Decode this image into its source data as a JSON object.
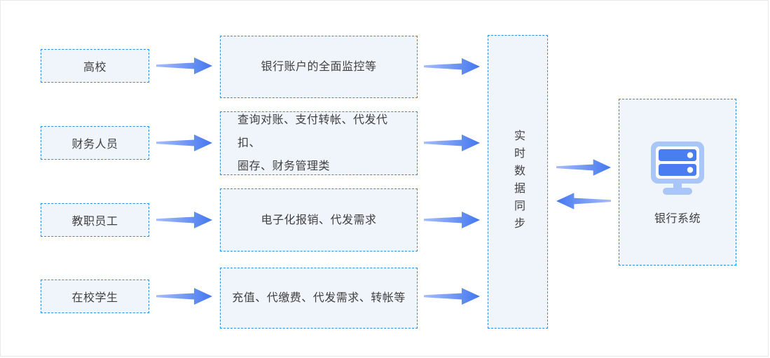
{
  "diagram": {
    "rows": [
      {
        "actor": "高校",
        "service_lines": [
          "银行账户的全面监控等"
        ]
      },
      {
        "actor": "财务人员",
        "service_lines": [
          "查询对账、支付转帐、代发代扣、",
          "圈存、财务管理类"
        ]
      },
      {
        "actor": "教职员工",
        "service_lines": [
          "电子化报销、代发需求"
        ]
      },
      {
        "actor": "在校学生",
        "service_lines": [
          "充值、代缴费、代发需求、转帐等"
        ]
      }
    ],
    "sync_node_label": "实时数据同步",
    "bank_node_label": "银行系统",
    "icons": {
      "bank": "server-icon",
      "flow": "arrow-right-icon"
    },
    "colors": {
      "dashed_border": "#2f8de4",
      "box_background": "#eff5fb",
      "arrow_head": "#4377f0",
      "arrow_tail": "#a6bdf8",
      "server_frame": "#a9c6f8",
      "server_bar": "#4a7def",
      "text": "#404040"
    }
  }
}
